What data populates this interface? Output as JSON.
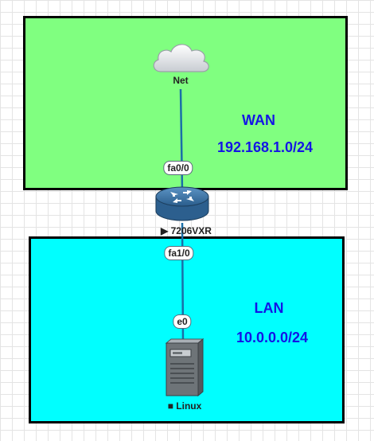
{
  "zones": {
    "wan": {
      "title": "WAN",
      "subnet": "192.168.1.0/24",
      "fill": "#80ff80"
    },
    "lan": {
      "title": "LAN",
      "subnet": "10.0.0.0/24",
      "fill": "#00ffff"
    }
  },
  "nodes": {
    "cloud": {
      "label": "Net",
      "icon": "cloud-icon"
    },
    "router": {
      "label": "▶ 7206VXR",
      "icon": "router-icon"
    },
    "host": {
      "label": "■ Linux",
      "icon": "server-icon"
    }
  },
  "interfaces": {
    "router_wan": "fa0/0",
    "router_lan": "fa1/0",
    "host_lan": "e0"
  },
  "colors": {
    "link": "#1a6fa8",
    "zone_text": "#1414e6"
  }
}
